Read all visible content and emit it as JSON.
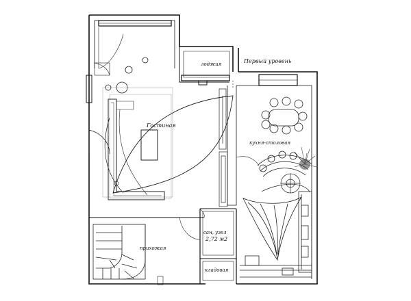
{
  "labels": {
    "level": "Первый уровень",
    "loggia": "лоджия",
    "living_room": "Гостиная",
    "kitchen_dining": "кухня-столовая",
    "bathroom": "сан, узел",
    "bathroom_area": "2,72 м2",
    "hallway": "прихожая",
    "storage": "кладовая"
  },
  "colors": {
    "wall": "#111111",
    "line": "#222222",
    "thin": "#555555",
    "furniture_light": "#e8e8e8",
    "plant": "#444444"
  }
}
